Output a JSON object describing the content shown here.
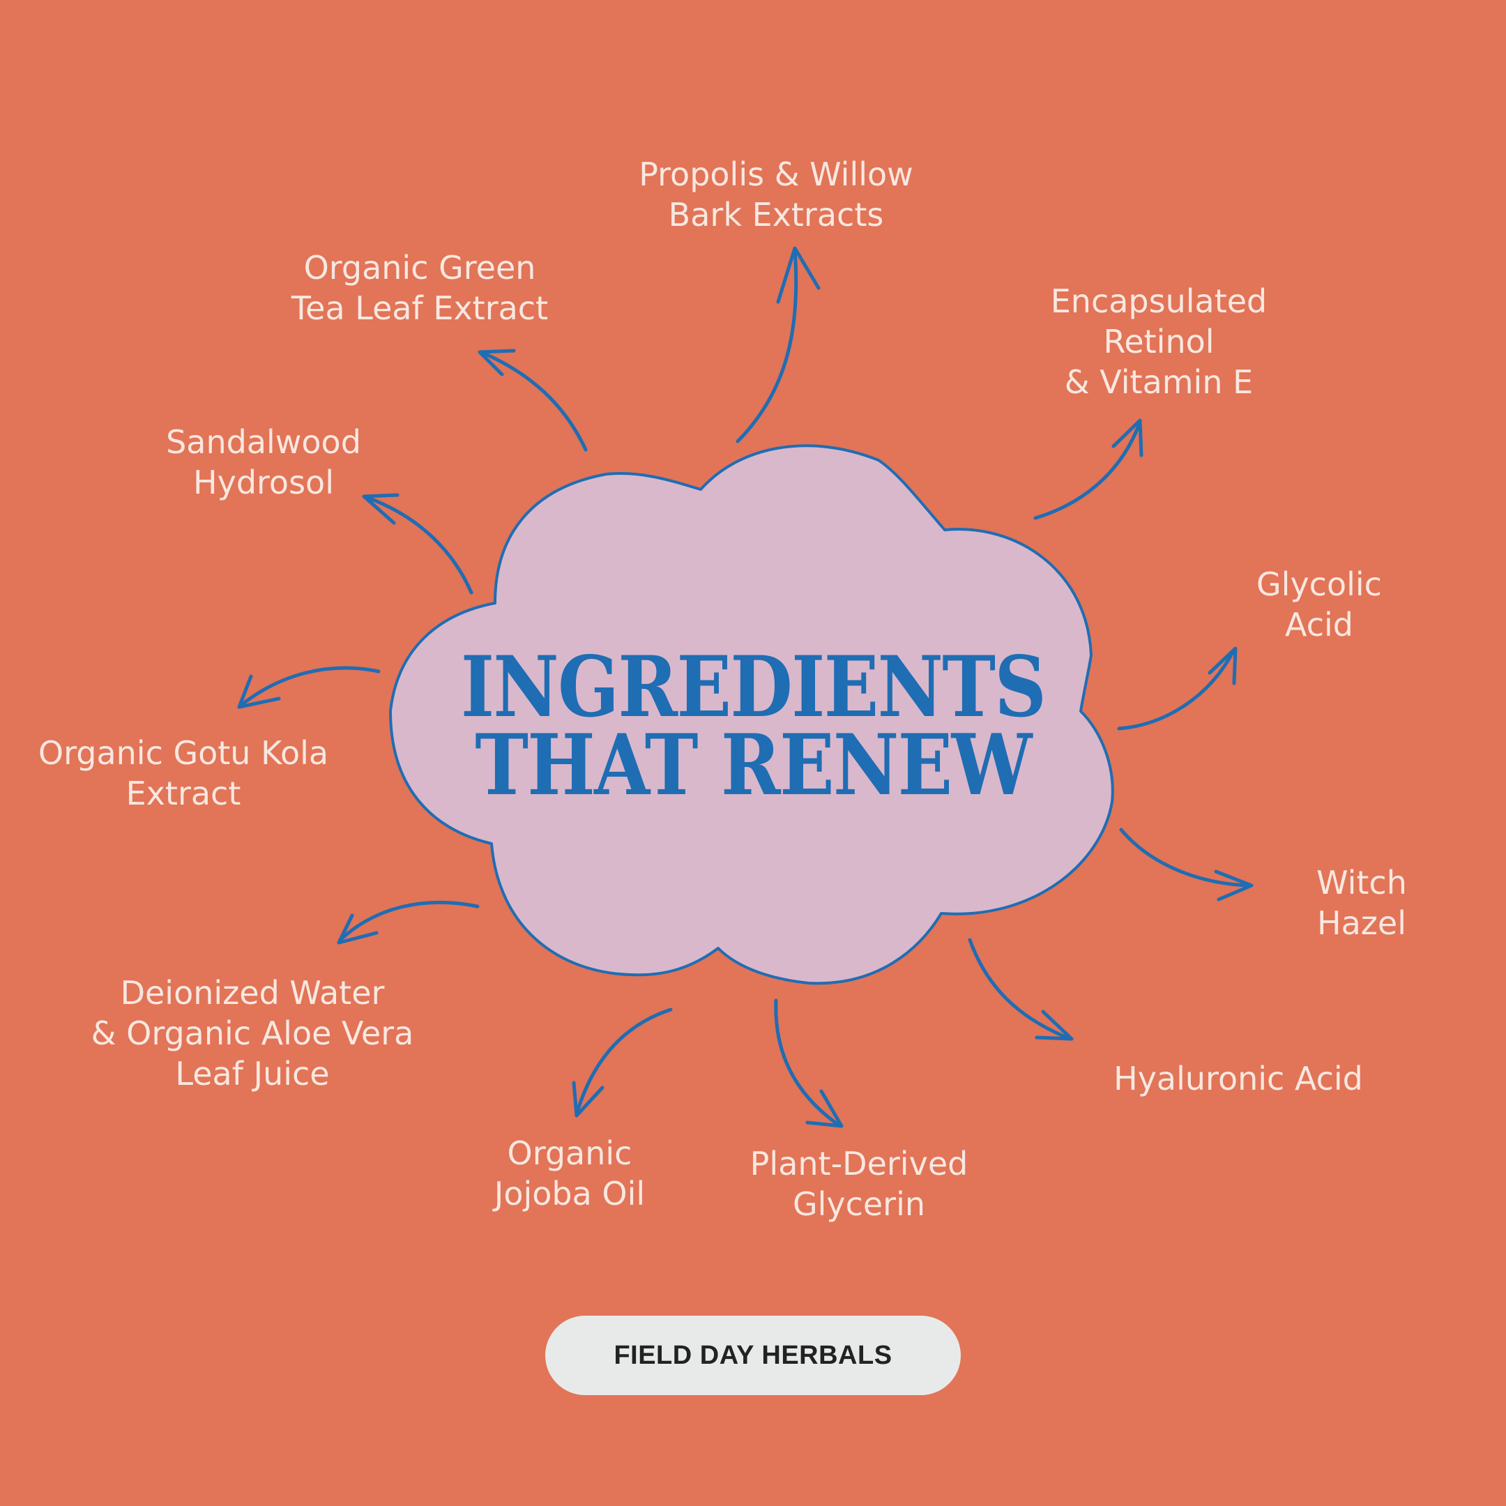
{
  "title": "INGREDIENTS\nTHAT RENEW",
  "brand": "FIELD DAY HERBALS",
  "colors": {
    "background": "#E27458",
    "cloud_fill": "#D9B8CC",
    "accent_blue": "#1F6DB3",
    "label_text": "#F8E8E0",
    "pill_fill": "#E8EAE9",
    "pill_text": "#222222"
  },
  "ingredients": [
    {
      "id": "propolis",
      "text": "Propolis & Willow\nBark Extracts"
    },
    {
      "id": "green-tea",
      "text": "Organic Green\nTea Leaf Extract"
    },
    {
      "id": "retinol",
      "text": "Encapsulated\nRetinol\n& Vitamin E"
    },
    {
      "id": "sandalwood",
      "text": "Sandalwood\nHydrosol"
    },
    {
      "id": "glycolic",
      "text": "Glycolic Acid"
    },
    {
      "id": "gotu-kola",
      "text": "Organic Gotu Kola\nExtract"
    },
    {
      "id": "witch-hazel",
      "text": "Witch Hazel"
    },
    {
      "id": "deionized",
      "text": "Deionized Water\n& Organic Aloe Vera\nLeaf Juice"
    },
    {
      "id": "hyaluronic",
      "text": "Hyaluronic Acid"
    },
    {
      "id": "jojoba",
      "text": "Organic\nJojoba Oil"
    },
    {
      "id": "glycerin",
      "text": "Plant-Derived\nGlycerin"
    }
  ]
}
